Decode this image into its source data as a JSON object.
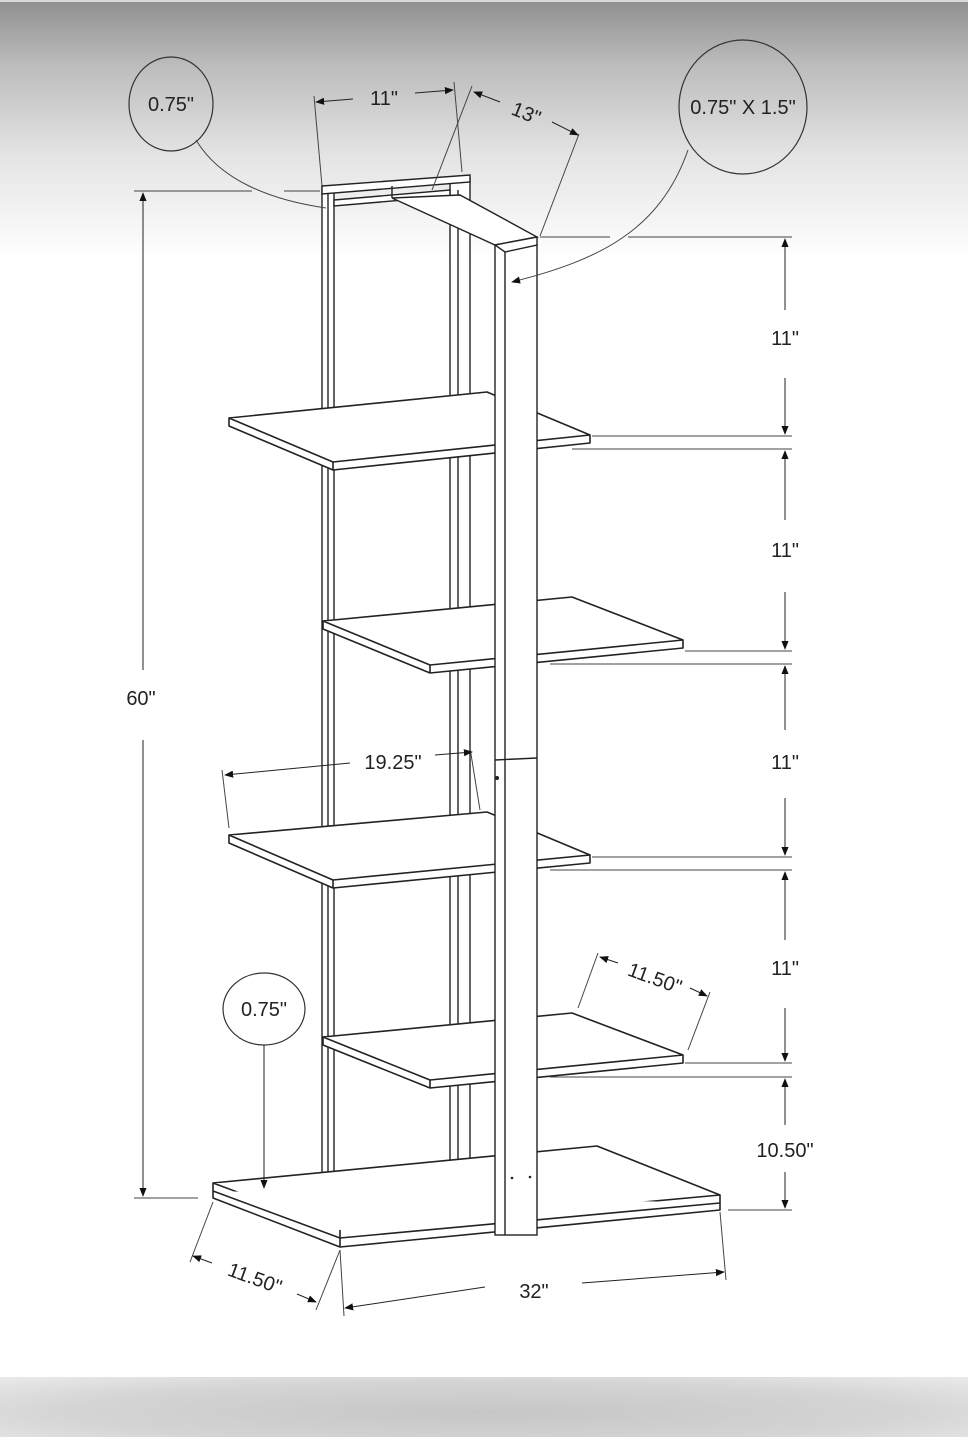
{
  "title": "Bookcase dimension diagram",
  "callouts": {
    "top_frame_thickness": "0.75\"",
    "front_post_size": "0.75\" X 1.5\"",
    "base_thickness": "0.75\""
  },
  "dimensions": {
    "top_width": "11\"",
    "top_depth": "13\"",
    "overall_height": "60\"",
    "shelf_width": "19.25\"",
    "shelf_depth": "11.50\"",
    "base_depth": "11.50\"",
    "base_width": "32\"",
    "spacing": [
      "11\"",
      "11\"",
      "11\"",
      "11\"",
      "10.50\""
    ]
  }
}
